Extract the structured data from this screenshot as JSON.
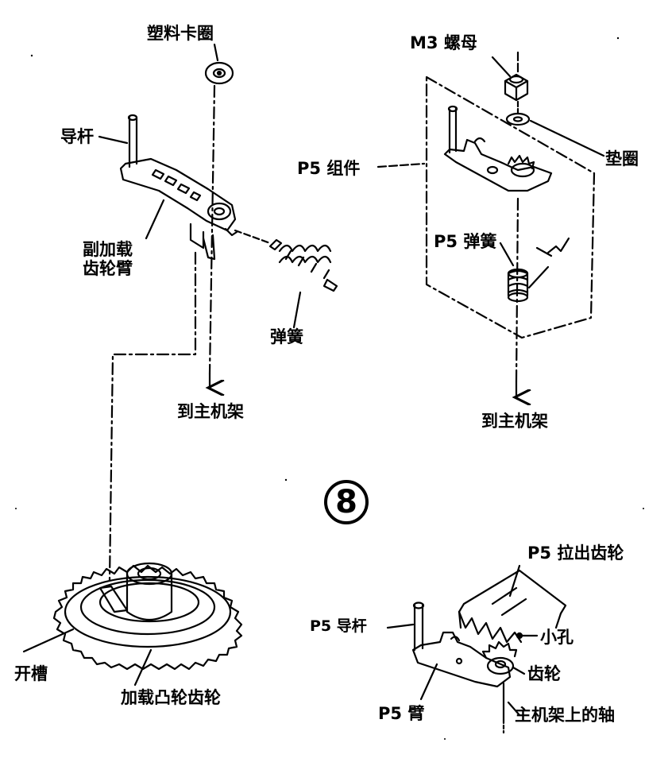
{
  "step_number": "8",
  "left_assembly": {
    "plastic_clip": "塑料卡圈",
    "guide_rod": "导杆",
    "aux_arm": "副加载\n齿轮臂",
    "spring": "弹簧",
    "to_frame": "到主机架"
  },
  "right_assembly": {
    "nut": "M3 螺母",
    "washer": "垫圈",
    "p5_assembly": "P5 组件",
    "p5_spring": "P5 弹簧",
    "to_frame": "到主机架"
  },
  "bottom_left": {
    "slot": "开槽",
    "cam_gear": "加载凸轮齿轮"
  },
  "bottom_right": {
    "pullout_gear": "P5 拉出齿轮",
    "p5_guide_rod": "P5 导杆",
    "small_hole": "小孔",
    "gear": "齿轮",
    "p5_arm": "P5 臂",
    "frame_shaft": "主机架上的轴"
  }
}
